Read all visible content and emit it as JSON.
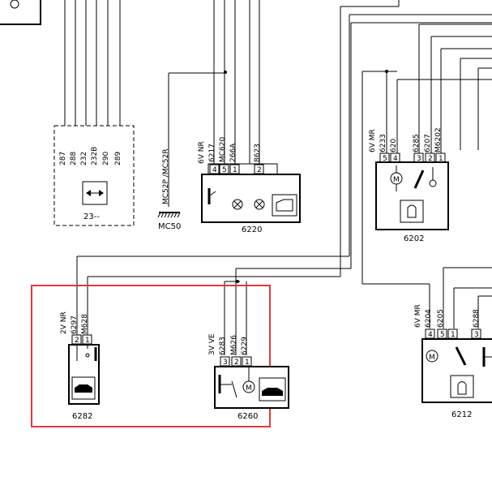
{
  "highlight_color": "#e0393a",
  "components": {
    "c23": {
      "label": "23--",
      "wires": [
        "287",
        "288",
        "232",
        "232B",
        "290",
        "289"
      ],
      "icon": "bidirectional-arrows-icon"
    },
    "mc50": {
      "label": "MC50",
      "wire": "MC52P /MC52R",
      "icon": "ground-icon"
    },
    "c6220": {
      "label": "6220",
      "connector": "6V NR",
      "wires": [
        "6217",
        "MC620",
        "266A",
        "8623"
      ],
      "pins": [
        "4",
        "5",
        "1",
        "2"
      ],
      "icons": [
        "switch-icon",
        "lamp-icon",
        "lamp-icon",
        "door-icon"
      ]
    },
    "c6202": {
      "label": "6202",
      "connector": "6V MR",
      "wires": [
        "6233",
        "620",
        "6285",
        "6207",
        "M6202"
      ],
      "pins": [
        "5",
        "4",
        "3",
        "2",
        "1"
      ],
      "icons": [
        "motor-icon",
        "switch-icon",
        "key-icon",
        "car-top-icon"
      ]
    },
    "c6282": {
      "label": "6282",
      "connector": "2V NR",
      "wires": [
        "6297",
        "M628"
      ],
      "pins": [
        "2",
        "1"
      ],
      "icons": [
        "switch-icon",
        "car-side-icon"
      ]
    },
    "c6260": {
      "label": "6260",
      "connector": "3V VE",
      "wires": [
        "6283",
        "M626",
        "6229"
      ],
      "pins": [
        "3",
        "2",
        "1"
      ],
      "icons": [
        "switch-icon",
        "motor-icon",
        "car-lock-icon"
      ]
    },
    "c6212": {
      "label": "6212",
      "connector": "6V MR",
      "wires": [
        "6204",
        "6205",
        "6288"
      ],
      "pins": [
        "4",
        "5",
        "1",
        "3"
      ],
      "icons": [
        "motor-icon",
        "switch-icon",
        "switch-icon",
        "car-top-icon"
      ]
    }
  }
}
